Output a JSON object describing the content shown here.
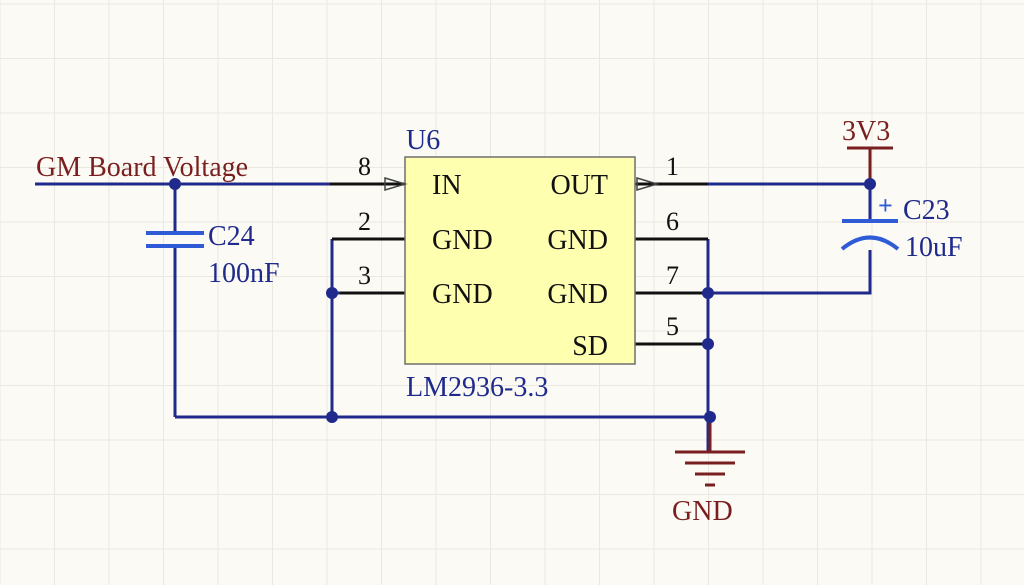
{
  "net_labels": {
    "input": "GM Board Voltage",
    "vcc": "3V3",
    "ground": "GND"
  },
  "ic": {
    "designator": "U6",
    "part": "LM2936-3.3",
    "left_pins": [
      {
        "number": "8",
        "name": "IN"
      },
      {
        "number": "2",
        "name": "GND"
      },
      {
        "number": "3",
        "name": "GND"
      }
    ],
    "right_pins": [
      {
        "number": "1",
        "name": "OUT"
      },
      {
        "number": "6",
        "name": "GND"
      },
      {
        "number": "7",
        "name": "GND"
      },
      {
        "number": "5",
        "name": "SD"
      }
    ]
  },
  "capacitors": [
    {
      "designator": "C24",
      "value": "100nF",
      "polarized": false
    },
    {
      "designator": "C23",
      "value": "10uF",
      "polarized": true,
      "polarity_mark": "+"
    }
  ],
  "colors": {
    "background": "#fbfaf4",
    "wire": "#1f2a8c",
    "net_label": "#7a1f1f",
    "component_text": "#1f2a8c",
    "ic_fill": "#ffffb0",
    "cap_plate": "#2f5cd6"
  }
}
